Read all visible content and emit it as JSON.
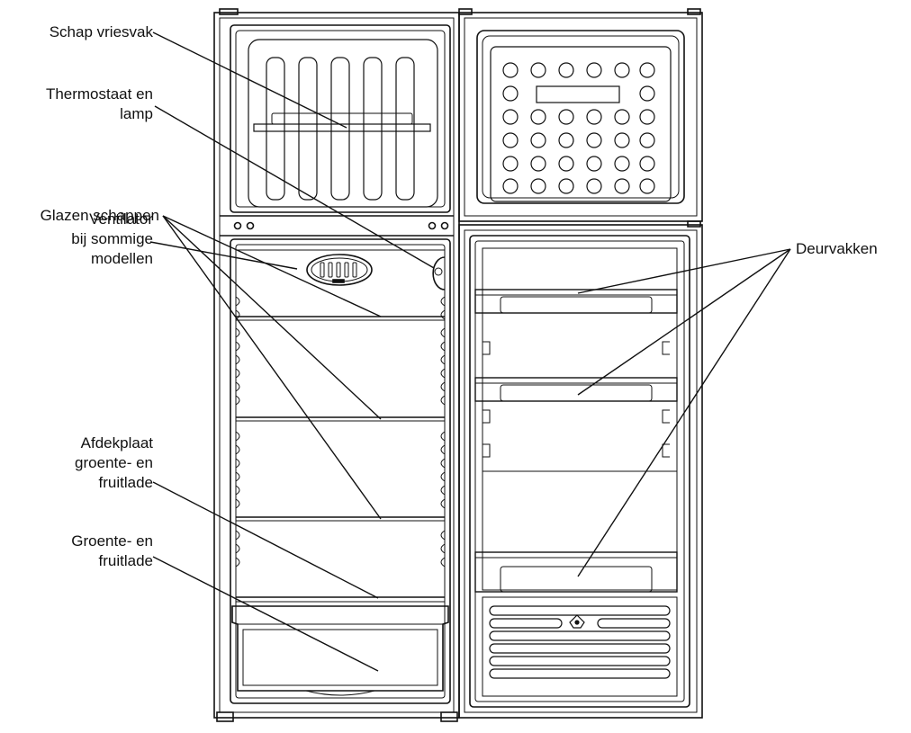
{
  "labels": {
    "schap_vriesvak": [
      "Schap vriesvak"
    ],
    "thermostaat": [
      "Thermostaat en",
      "lamp"
    ],
    "ventilator": [
      "Ventilator",
      "bij sommige",
      "modellen"
    ],
    "glazen_schappen": [
      "Glazen schappen"
    ],
    "afdekplaat": [
      "Afdekplaat",
      "groente- en",
      "fruitlade"
    ],
    "groentelade": [
      "Groente- en",
      "fruitlade"
    ],
    "deurvakken": [
      "Deurvakken"
    ]
  },
  "colors": {
    "line": "#111111",
    "background": "#ffffff",
    "panel": "#ffffff"
  }
}
